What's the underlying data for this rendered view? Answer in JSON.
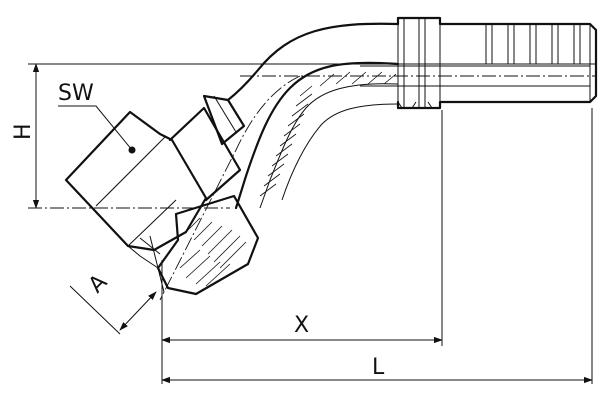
{
  "labels": {
    "sw": "SW",
    "h": "H",
    "a": "A",
    "x": "X",
    "l": "L"
  },
  "colors": {
    "line": "#111111",
    "background": "#ffffff"
  }
}
